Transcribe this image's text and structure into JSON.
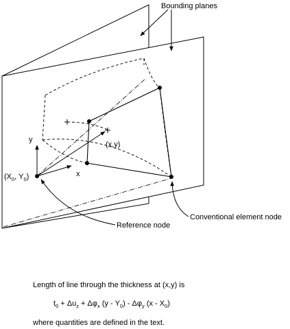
{
  "labels": {
    "bounding_planes": "Bounding planes",
    "y_axis": "y",
    "x_axis": "x",
    "xy_point": "(x,y)",
    "origin_open": "(X",
    "origin_sub0": "0",
    "origin_mid": ", Y",
    "origin_sub1": "0",
    "origin_close": ")",
    "reference_node": "Reference node",
    "conventional_node": "Conventional element node"
  },
  "caption": {
    "line1": "Length of line through the thickness at (x,y) is",
    "formula": {
      "t": "t",
      "t_sub": "0",
      "p1": " + Δu",
      "u_sub": "z",
      "p2": " + Δφ",
      "phx_sub": "x",
      "p3": " (y - Y",
      "Y_sub": "0",
      "p4": ") - Δφ",
      "phy_sub": "y",
      "p5": " (x - X",
      "X_sub": "0",
      "p6": ")"
    },
    "line3": "where quantities are defined in the text."
  }
}
